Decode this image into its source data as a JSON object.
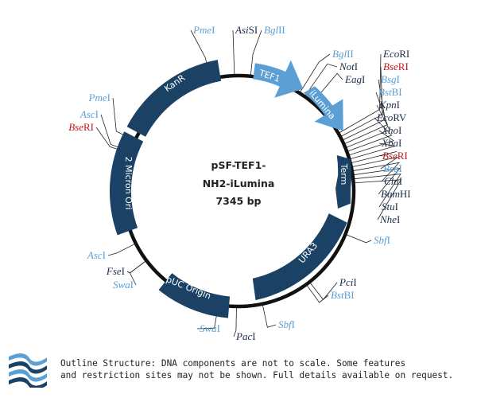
{
  "plasmid": {
    "name_line1": "pSF-TEF1-",
    "name_line2": "NH2-iLumina",
    "size": "7345 bp"
  },
  "features": [
    {
      "id": "kanr",
      "label": "KanR",
      "color": "#1b4264"
    },
    {
      "id": "tef1",
      "label": "TEF1",
      "color": "#5b9fd4"
    },
    {
      "id": "ilumina",
      "label": "iLumina",
      "color": "#5b9fd4"
    },
    {
      "id": "term",
      "label": "Term",
      "color": "#1b4264"
    },
    {
      "id": "ura3",
      "label": "URA3",
      "color": "#1b4264"
    },
    {
      "id": "puc",
      "label": "pUC Origin",
      "color": "#1b4264"
    },
    {
      "id": "twomicron",
      "label": "2 Micron Ori",
      "color": "#1b4264"
    }
  ],
  "sites": [
    {
      "p": "Asi",
      "s": "SI",
      "color": "#1b2b4a"
    },
    {
      "p": "Pme",
      "s": "I",
      "color": "#5b9fd4"
    },
    {
      "p": "Bgl",
      "s": "II",
      "color": "#5b9fd4"
    },
    {
      "p": "Bgl",
      "s": "II",
      "color": "#5b9fd4"
    },
    {
      "p": "Not",
      "s": "I",
      "color": "#1b2b4a"
    },
    {
      "p": "Eag",
      "s": "I",
      "color": "#1b2b4a"
    },
    {
      "p": "Eco",
      "s": "RI",
      "color": "#1b2b4a"
    },
    {
      "p": "Bse",
      "s": "RI",
      "color": "#c0181e"
    },
    {
      "p": "Bsg",
      "s": "I",
      "color": "#5b9fd4"
    },
    {
      "p": "Bst",
      "s": "BI",
      "color": "#5b9fd4"
    },
    {
      "p": "Kpn",
      "s": "I",
      "color": "#1b2b4a"
    },
    {
      "p": "Eco",
      "s": "RV",
      "color": "#1b2b4a"
    },
    {
      "p": "Xho",
      "s": "I",
      "color": "#1b2b4a"
    },
    {
      "p": "Xba",
      "s": "I",
      "color": "#1b2b4a"
    },
    {
      "p": "Bse",
      "s": "RI",
      "color": "#c0181e"
    },
    {
      "p": "Bsg",
      "s": "I",
      "color": "#5b9fd4"
    },
    {
      "p": "Cla",
      "s": "I",
      "color": "#1b2b4a"
    },
    {
      "p": "Bam",
      "s": "HI",
      "color": "#1b2b4a"
    },
    {
      "p": "Stu",
      "s": "I",
      "color": "#1b2b4a"
    },
    {
      "p": "Nhe",
      "s": "I",
      "color": "#1b2b4a"
    },
    {
      "p": "Sbf",
      "s": "I",
      "color": "#5b9fd4"
    },
    {
      "p": "Pci",
      "s": "I",
      "color": "#1b2b4a"
    },
    {
      "p": "Bst",
      "s": "BI",
      "color": "#5b9fd4"
    },
    {
      "p": "Sbf",
      "s": "I",
      "color": "#5b9fd4"
    },
    {
      "p": "Pac",
      "s": "I",
      "color": "#1b2b4a"
    },
    {
      "p": "Swa",
      "s": "I",
      "color": "#5b9fd4"
    },
    {
      "p": "Swa",
      "s": "I",
      "color": "#5b9fd4"
    },
    {
      "p": "Fse",
      "s": "I",
      "color": "#1b2b4a"
    },
    {
      "p": "Asc",
      "s": "I",
      "color": "#5b9fd4"
    },
    {
      "p": "Bse",
      "s": "RI",
      "color": "#c0181e"
    },
    {
      "p": "Asc",
      "s": "I",
      "color": "#5b9fd4"
    },
    {
      "p": "Pme",
      "s": "I",
      "color": "#5b9fd4"
    }
  ],
  "footer": {
    "line1": "Outline Structure: DNA components are not to scale. Some features",
    "line2": "and restriction sites may not be shown. Full details available on request."
  }
}
